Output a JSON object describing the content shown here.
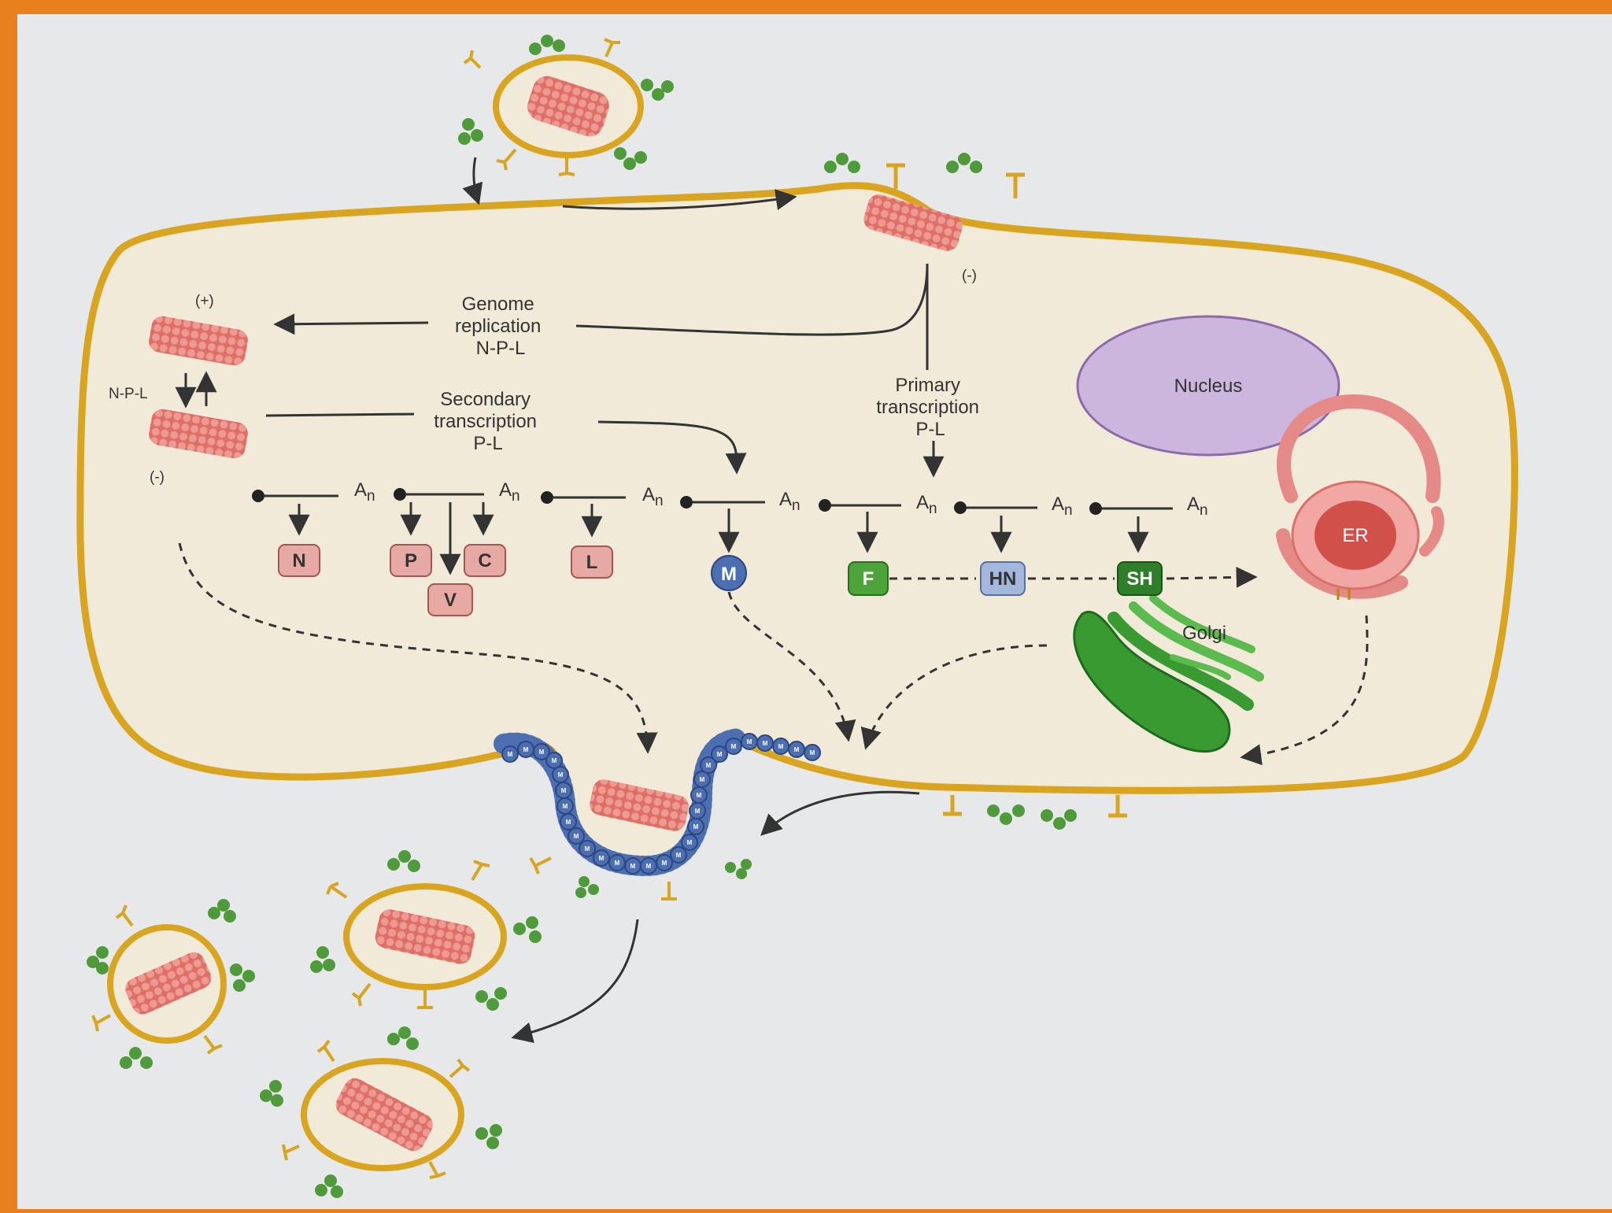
{
  "colors": {
    "frame": "#e9801e",
    "page": "#e6e8ea",
    "cell_fill": "#f1ead8",
    "membrane": "#d9a520",
    "nucleocapsid": "#e07870",
    "nucleus": "#cdb6dd",
    "golgi": "#3a9a32",
    "er": "#e58a86",
    "spike_green": "#4f9a3a"
  },
  "labels": {
    "genome_replication": [
      "Genome",
      "replication",
      "N-P-L"
    ],
    "secondary_transcription": [
      "Secondary",
      "transcription",
      "P-L"
    ],
    "primary_transcription": [
      "Primary",
      "transcription",
      "P-L"
    ],
    "nucleus": "Nucleus",
    "er": "ER",
    "golgi": "Golgi",
    "polarity_plus": "(+)",
    "polarity_minus_left": "(-)",
    "polarity_minus_top": "(-)",
    "npl_side": "N-P-L",
    "poly_a": "A",
    "poly_a_sub": "n"
  },
  "genes": [
    {
      "id": "N",
      "label": "N",
      "shape": "box",
      "color": "#e7a9a3",
      "text_color": "#333333"
    },
    {
      "id": "P",
      "label": "P",
      "shape": "box",
      "color": "#e7a9a3",
      "text_color": "#333333"
    },
    {
      "id": "C",
      "label": "C",
      "shape": "box",
      "color": "#e7a9a3",
      "text_color": "#333333"
    },
    {
      "id": "V",
      "label": "V",
      "shape": "box",
      "color": "#e7a9a3",
      "text_color": "#333333"
    },
    {
      "id": "L",
      "label": "L",
      "shape": "box",
      "color": "#e7a9a3",
      "text_color": "#333333"
    },
    {
      "id": "M",
      "label": "M",
      "shape": "circle",
      "color": "#4d6fb1",
      "text_color": "#ffffff"
    },
    {
      "id": "F",
      "label": "F",
      "shape": "box",
      "color": "#4ea43b",
      "text_color": "#ffffff"
    },
    {
      "id": "HN",
      "label": "HN",
      "shape": "box",
      "color": "#a4b8de",
      "text_color": "#333333"
    },
    {
      "id": "SH",
      "label": "SH",
      "shape": "box",
      "color": "#2e7e2a",
      "text_color": "#ffffff"
    }
  ],
  "matrix_label": "M"
}
